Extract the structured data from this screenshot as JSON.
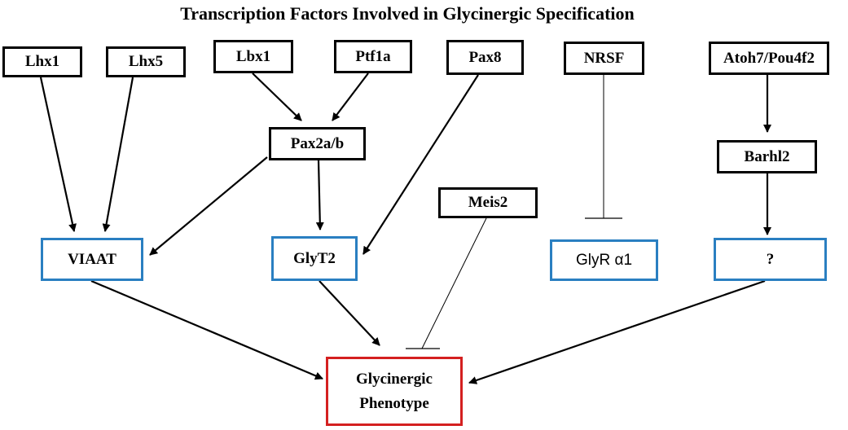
{
  "title": "Transcription Factors Involved in Glycinergic Specification",
  "nodes": {
    "lhx1": "Lhx1",
    "lhx5": "Lhx5",
    "lbx1": "Lbx1",
    "ptf1a": "Ptf1a",
    "pax8": "Pax8",
    "nrsf": "NRSF",
    "atoh7_pou4f2": "Atoh7/Pou4f2",
    "pax2ab": "Pax2a/b",
    "barhl2": "Barhl2",
    "meis2": "Meis2",
    "viaat": "VIAAT",
    "glyt2": "GlyT2",
    "glyr_a1": "GlyR α1",
    "unknown": "?",
    "phenotype_line1": "Glycinergic",
    "phenotype_line2": "Phenotype"
  },
  "colors": {
    "transcription_factor_border": "#000000",
    "target_border": "#2a7fc1",
    "outcome_border": "#d42020"
  }
}
